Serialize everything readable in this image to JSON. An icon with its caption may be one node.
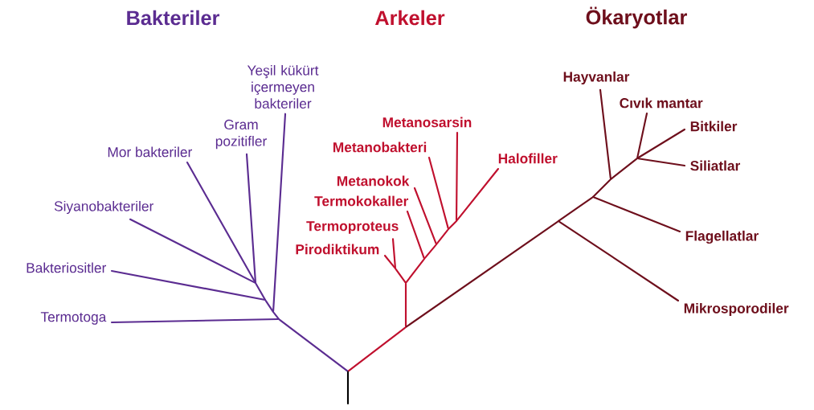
{
  "diagram": {
    "nodes": [
      {
        "text": [
          "Yeşil kükürt içermeyen bakteriler"
        ]
      },
      {
        "text": [
          "Gram pozitifler"
        ]
      },
      {
        "text": [
          "Mor bakteriler"
        ]
      },
      {
        "text": [
          "Siyanobakteriler"
        ]
      },
      {
        "text": [
          "Bakteriositler"
        ]
      },
      {
        "text": [
          "Termotoga"
        ]
      },
      {
        "text": [
          "Metanosarsin"
        ]
      },
      {
        "text": [
          "Metanobakteri"
        ]
      },
      {
        "text": [
          "Metanokok"
        ]
      },
      {
        "text": [
          "Termokokaller"
        ]
      },
      {
        "text": [
          "Termoproteus"
        ]
      },
      {
        "text": [
          "Pirodiktikum"
        ]
      },
      {
        "text": [
          "Halofiller"
        ]
      },
      {
        "text": [
          "Hayvanlar"
        ]
      },
      {
        "text": [
          "Cıvık mantar"
        ]
      },
      {
        "text": [
          "Bitkiler"
        ]
      },
      {
        "text": [
          "Siliatlar"
        ]
      },
      {
        "text": [
          "Flagellatlar"
        ]
      },
      {
        "text": [
          "Mikrosporodiler"
        ]
      },
      {
        "text": [],
        "shape": "point"
      },
      {
        "text": [],
        "shape": "point"
      },
      {
        "text": [],
        "shape": "point"
      },
      {
        "text": [],
        "shape": "point"
      },
      {
        "text": [],
        "shape": "point"
      },
      {
        "text": [],
        "shape": "point"
      },
      {
        "text": [],
        "shape": "point"
      },
      {
        "text": [],
        "shape": "point"
      },
      {
        "text": [],
        "shape": "point"
      },
      {
        "text": [],
        "shape": "point"
      },
      {
        "text": [],
        "shape": "point"
      },
      {
        "text": [],
        "shape": "point"
      },
      {
        "text": [],
        "shape": "point"
      },
      {
        "text": [],
        "shape": "point"
      },
      {
        "text": [],
        "shape": "point"
      },
      {
        "text": [],
        "shape": "point"
      }
    ],
    "edges": [
      {
        "from": null,
        "to": 23,
        "arrow": "none",
        "color": "#000000"
      },
      {
        "from": 23,
        "to": 22,
        "arrow": "none",
        "color": "#5b2c91"
      },
      {
        "from": 22,
        "to": 5,
        "arrow": "none",
        "color": "#5b2c91"
      },
      {
        "from": 22,
        "to": 21,
        "arrow": "none",
        "color": "#5b2c91"
      },
      {
        "from": 21,
        "to": 0,
        "arrow": "none",
        "color": "#5b2c91"
      },
      {
        "from": 21,
        "to": 20,
        "arrow": "none",
        "color": "#5b2c91"
      },
      {
        "from": 20,
        "to": 4,
        "arrow": "none",
        "color": "#5b2c91"
      },
      {
        "from": 20,
        "to": 19,
        "arrow": "none",
        "color": "#5b2c91"
      },
      {
        "from": 19,
        "to": 2,
        "arrow": "none",
        "color": "#5b2c91"
      },
      {
        "from": 19,
        "to": 1,
        "arrow": "none",
        "color": "#5b2c91"
      },
      {
        "from": 19,
        "to": 3,
        "arrow": "none",
        "color": "#5b2c91"
      },
      {
        "from": 23,
        "to": 26,
        "arrow": "none"
      },
      {
        "from": 26,
        "to": 25,
        "arrow": "none"
      },
      {
        "from": 25,
        "to": 24,
        "arrow": "none"
      },
      {
        "from": 24,
        "to": 10,
        "arrow": "none"
      },
      {
        "from": 24,
        "to": 11,
        "arrow": "none"
      },
      {
        "from": 25,
        "to": 27,
        "arrow": "none"
      },
      {
        "from": 27,
        "to": 9,
        "arrow": "none"
      },
      {
        "from": 27,
        "to": 28,
        "arrow": "none"
      },
      {
        "from": 28,
        "to": 8,
        "arrow": "none"
      },
      {
        "from": 28,
        "to": 29,
        "arrow": "none"
      },
      {
        "from": 29,
        "to": 7,
        "arrow": "none"
      },
      {
        "from": 29,
        "to": 30,
        "arrow": "none"
      },
      {
        "from": 30,
        "to": 6,
        "arrow": "none"
      },
      {
        "from": 30,
        "to": 12,
        "arrow": "none"
      },
      {
        "from": 26,
        "to": 31,
        "arrow": "none",
        "color": "#6e0f1c"
      },
      {
        "from": 31,
        "to": 18,
        "arrow": "none",
        "color": "#6e0f1c"
      },
      {
        "from": 31,
        "to": 32,
        "arrow": "none",
        "color": "#6e0f1c"
      },
      {
        "from": 32,
        "to": 17,
        "arrow": "none",
        "color": "#6e0f1c"
      },
      {
        "from": 32,
        "to": 33,
        "arrow": "none",
        "color": "#6e0f1c"
      },
      {
        "from": 33,
        "to": 13,
        "arrow": "none",
        "color": "#6e0f1c"
      },
      {
        "from": 33,
        "to": 34,
        "arrow": "none",
        "color": "#6e0f1c"
      },
      {
        "from": 34,
        "to": 14,
        "arrow": "none",
        "color": "#6e0f1c"
      },
      {
        "from": 34,
        "to": 15,
        "arrow": "none",
        "color": "#6e0f1c"
      },
      {
        "from": 34,
        "to": 16,
        "arrow": "none",
        "color": "#6e0f1c"
      }
    ],
    "labels": [
      "Bakteriler",
      "Arkeler",
      "Ökaryotlar"
    ]
  }
}
